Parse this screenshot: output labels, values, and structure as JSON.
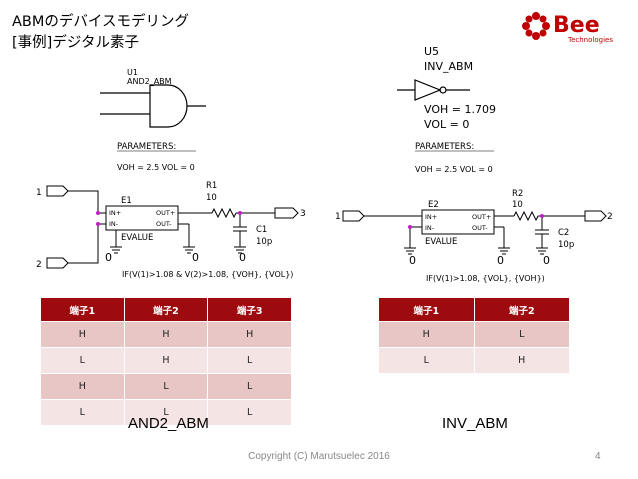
{
  "title": {
    "line1": "ABMのデバイスモデリング",
    "line2": "[事例]デジタル素子"
  },
  "logo": {
    "brand": "Bee",
    "sub": "Technologies",
    "accent": "#c00000"
  },
  "and_gate": {
    "ref": "U1",
    "name": "AND2_ABM"
  },
  "inv_gate": {
    "ref": "U5",
    "name": "INV_ABM",
    "voh": "VOH = 1.709",
    "vol": "VOL = 0"
  },
  "left_circuit": {
    "parameters_label": "PARAMETERS:",
    "parameters_value": "VOH = 2.5   VOL = 0",
    "port_in1": "1",
    "port_in2": "2",
    "port_out": "3",
    "e_ref": "E1",
    "e_in_plus": "IN+",
    "e_in_minus": "IN-",
    "e_out_plus": "OUT+",
    "e_out_minus": "OUT-",
    "e_model": "EVALUE",
    "r_ref": "R1",
    "r_val": "10",
    "c_ref": "C1",
    "c_val": "10p",
    "gnd1": "0",
    "gnd2": "0",
    "expr": "IF(V(1)>1.08 & V(2)>1.08, {VOH}, {VOL})"
  },
  "right_circuit": {
    "parameters_label": "PARAMETERS:",
    "parameters_value": "VOH = 2.5   VOL = 0",
    "port_in1": "1",
    "port_out": "2",
    "e_ref": "E2",
    "e_in_plus": "IN+",
    "e_in_minus": "IN-",
    "e_out_plus": "OUT+",
    "e_out_minus": "OUT-",
    "e_model": "EVALUE",
    "r_ref": "R2",
    "r_val": "10",
    "c_ref": "C2",
    "c_val": "10p",
    "gnd1": "0",
    "gnd2": "0",
    "gnd3": "0",
    "expr": "IF(V(1)>1.08, {VOL}, {VOH})"
  },
  "table_and": {
    "headers": [
      "端子1",
      "端子2",
      "端子3"
    ],
    "rows": [
      [
        "H",
        "H",
        "H"
      ],
      [
        "L",
        "H",
        "L"
      ],
      [
        "H",
        "L",
        "L"
      ],
      [
        "L",
        "L",
        "L"
      ]
    ]
  },
  "table_inv": {
    "headers": [
      "端子1",
      "端子2"
    ],
    "rows": [
      [
        "H",
        "L"
      ],
      [
        "L",
        "H"
      ]
    ]
  },
  "caption_and": "AND2_ABM",
  "caption_inv": "INV_ABM",
  "footer": {
    "copyright": "Copyright (C) Marutsuelec 2016",
    "page": "4"
  },
  "colors": {
    "table_header": "#9e0b0f",
    "row_odd": "#e7c6c5",
    "row_even": "#f4e4e3",
    "node_dot": "#c020c0",
    "wire": "#000000"
  }
}
